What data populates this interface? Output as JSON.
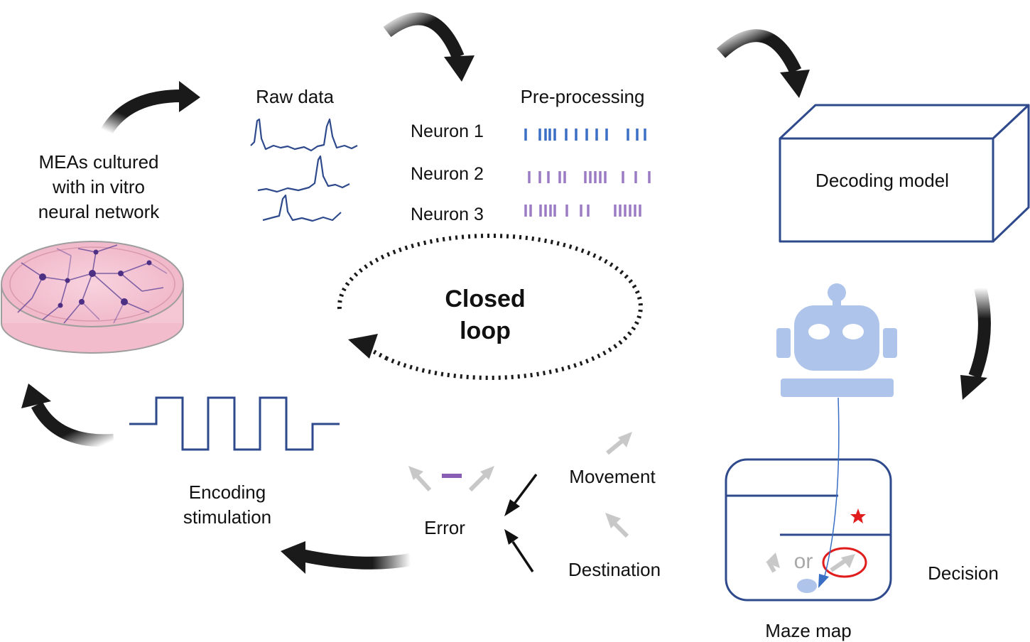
{
  "labels": {
    "mea": [
      "MEAs cultured",
      "with in vitro",
      "neural network"
    ],
    "raw_data": "Raw data",
    "preprocessing": "Pre-processing",
    "neurons": [
      "Neuron 1",
      "Neuron 2",
      "Neuron 3"
    ],
    "decoding_model": "Decoding model",
    "closed_loop": [
      "Closed",
      "loop"
    ],
    "encoding": [
      "Encoding",
      "stimulation"
    ],
    "error": "Error",
    "movement": "Movement",
    "destination": "Destination",
    "decision": "Decision",
    "maze_map": "Maze map",
    "or": "or"
  },
  "colors": {
    "arrow": "#1a1a1a",
    "signal": "#2e4a8c",
    "neuron1": "#3a6fc4",
    "neuron2": "#9b7cc4",
    "neuron3": "#9b7cc4",
    "robot": "#aec4ea",
    "maze": "#2e4a8c",
    "target": "#e01c1c",
    "grey_arrow": "#bdbdbd",
    "petri_fill": "#f5c6d4"
  },
  "icons": [
    "petri-dish-icon",
    "robot-icon",
    "star-icon",
    "maze-icon"
  ]
}
